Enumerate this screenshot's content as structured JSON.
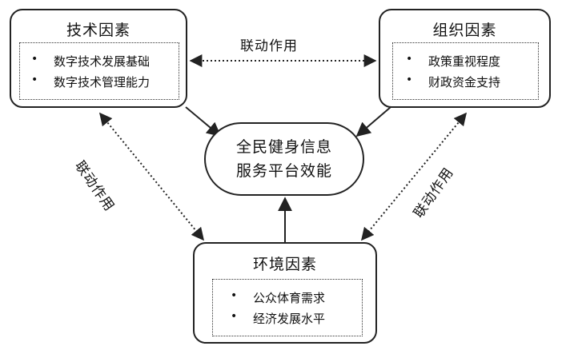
{
  "center": {
    "line1": "全民健身信息",
    "line2": "服务平台效能"
  },
  "tech": {
    "title": "技术因素",
    "items": [
      "数字技术发展基础",
      "数字技术管理能力"
    ]
  },
  "org": {
    "title": "组织因素",
    "items": [
      "政策重视程度",
      "财政资金支持"
    ]
  },
  "env": {
    "title": "环境因素",
    "items": [
      "公众体育需求",
      "经济发展水平"
    ]
  },
  "links": {
    "top": "联动作用",
    "left": "联动作用",
    "right": "联动作用"
  },
  "bullet": "•"
}
